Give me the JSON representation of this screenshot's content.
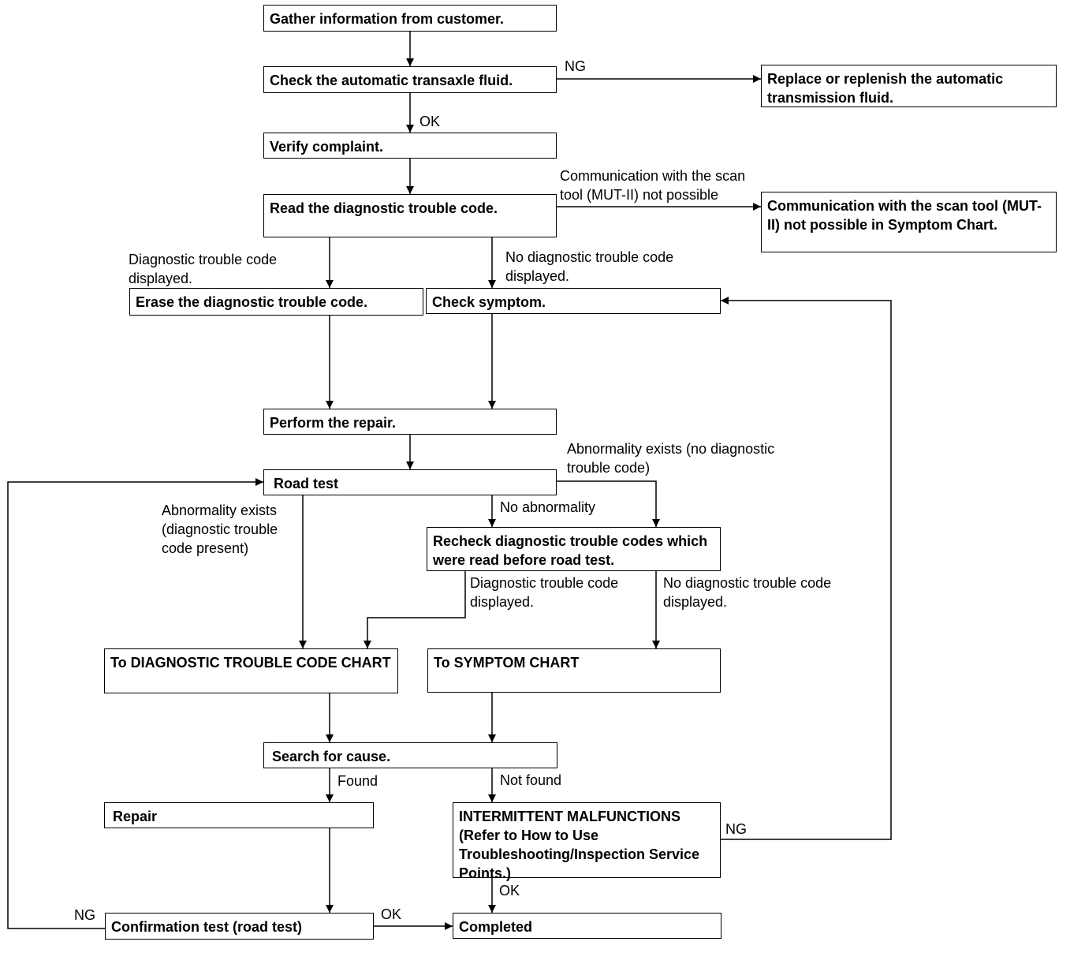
{
  "steps": {
    "gather": "Gather information from customer.",
    "check_fluid": "Check the automatic transaxle fluid.",
    "replace_fluid": "Replace or replenish the automatic transmission fluid.",
    "verify": "Verify complaint.",
    "read_dtc": "Read the diagnostic trouble code.",
    "comm_symptom": "Communication with the scan tool (MUT-II) not possible in Symptom Chart.",
    "erase_dtc": "Erase the diagnostic trouble code.",
    "check_symptom": "Check symptom.",
    "perform_repair": "Perform the repair.",
    "road_test": "Road test",
    "recheck": "Recheck diagnostic trouble codes which were read before road test.",
    "to_dtc_chart": "To DIAGNOSTIC TROUBLE CODE CHART",
    "to_symptom_chart": "To SYMPTOM CHART",
    "search_cause": "Search for cause.",
    "repair": "Repair",
    "intermittent": "INTERMITTENT MALFUNCTIONS (Refer to How to Use Troubleshooting/Inspection Service Points.)",
    "confirmation": "Confirmation test (road test)",
    "completed": "Completed"
  },
  "labels": {
    "ng_fluid": "NG",
    "ok_fluid": "OK",
    "comm_not_possible": "Communication with the scan\ntool (MUT-II) not possible",
    "dtc_displayed": "Diagnostic trouble code\ndisplayed.",
    "no_dtc_displayed": "No diagnostic trouble code\ndisplayed.",
    "abn_no_dtc": "Abnormality exists (no diagnostic\ntrouble code)",
    "abn_dtc_present": "Abnormality exists\n(diagnostic trouble\ncode present)",
    "no_abnormality": "No abnormality",
    "recheck_dtc_displayed": "Diagnostic trouble code\ndisplayed.",
    "recheck_no_dtc": "No diagnostic trouble code\ndisplayed.",
    "found": "Found",
    "not_found": "Not found",
    "ng_intermittent": "NG",
    "ok_intermittent": "OK",
    "ng_confirm": "NG",
    "ok_confirm": "OK"
  }
}
